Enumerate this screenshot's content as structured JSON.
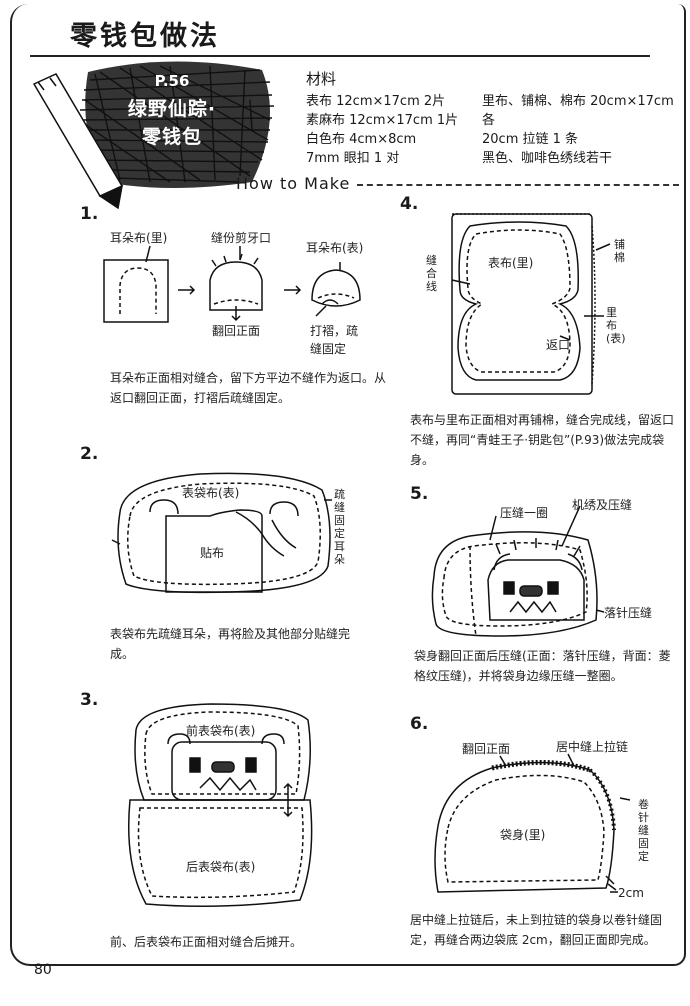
{
  "title": "零钱包做法",
  "badge": {
    "line1": "P.56",
    "line2": "绿野仙踪·",
    "line3": "零钱包"
  },
  "materials": {
    "heading": "材料",
    "col1": [
      "表布 12cm×17cm 2片",
      "素麻布 12cm×17cm 1片",
      "白色布 4cm×8cm",
      "7mm 眼扣 1 对"
    ],
    "col2": [
      "里布、铺棉、棉布 20cm×17cm 各",
      "20cm 拉链 1 条",
      "黑色、咖啡色绣线若干"
    ]
  },
  "how_to_make": "How to Make",
  "steps": {
    "s1": {
      "num": "1.",
      "labels": {
        "ear_inner": "耳朵布(里)",
        "seam_cut": "缝份剪牙口",
        "ear_outer": "耳朵布(表)",
        "turn": "翻回正面",
        "pleat": "打褶，疏",
        "pleat2": "缝固定"
      },
      "desc": "耳朵布正面相对缝合，留下方平边不缝作为返口。从返口翻回正面，打褶后疏缝固定。"
    },
    "s2": {
      "num": "2.",
      "labels": {
        "outer_bag": "表袋布(表)",
        "patch": "贴布",
        "side": "疏缝固定耳朵"
      },
      "desc": "表袋布先疏缝耳朵，再将脸及其他部分贴缝完成。"
    },
    "s3": {
      "num": "3.",
      "labels": {
        "front": "前表袋布(表)",
        "back": "后表袋布(表)"
      },
      "desc": "前、后表袋布正面相对缝合后摊开。"
    },
    "s4": {
      "num": "4.",
      "labels": {
        "outer": "表布(里)",
        "seam_line": "缝合线",
        "padding": "铺棉",
        "lining": "里布(表)",
        "return": "返口"
      },
      "desc": "表布与里布正面相对再铺棉，缝合完成线，留返口不缝，再同“青蛙王子·钥匙包”(P.93)做法完成袋身。"
    },
    "s5": {
      "num": "5.",
      "labels": {
        "press_round": "压缝一圈",
        "machine": "机绣及压缝",
        "needle": "落针压缝"
      },
      "desc": "袋身翻回正面后压缝(正面：落针压缝，背面：菱格纹压缝)，并将袋身边缘压缝一整圈。"
    },
    "s6": {
      "num": "6.",
      "labels": {
        "turn": "翻回正面",
        "zipper": "居中缝上拉链",
        "body": "袋身(里)",
        "roll": "卷针缝固定",
        "two_cm": "2cm"
      },
      "desc": "居中缝上拉链后，未上到拉链的袋身以卷针缝固定，再缝合两边袋底 2cm，翻回正面即完成。"
    }
  },
  "page_number": "80"
}
